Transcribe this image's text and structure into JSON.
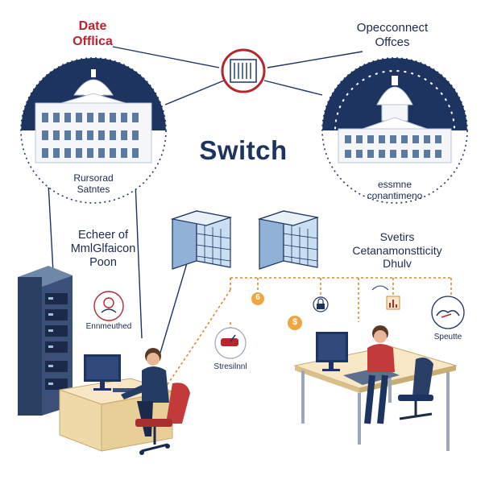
{
  "colors": {
    "navy": "#1d3461",
    "accent_red": "#b5272d",
    "link_orange": "#d98a2b",
    "desk_wood": "#f0d9a8",
    "building_blue": "#9cc1e2",
    "chair_red": "#c23a3a"
  },
  "top_left": {
    "line1": "Date",
    "line2": "Offlica"
  },
  "top_right": {
    "line1": "Opecconnect",
    "line2": "Offces"
  },
  "center_title": "Switch",
  "left_dome_caption": {
    "line1": "Rursorad",
    "line2": "Satntes"
  },
  "right_dome_caption": {
    "line1": "essmne",
    "line2": "conantimeno"
  },
  "left_mid_text": {
    "line1": "Echeer of",
    "line2": "MmlGlfaicon",
    "line3": "Poon"
  },
  "right_mid_text": {
    "line1": "Svetirs",
    "line2": "Cetanamonstticity",
    "line3": "Dhulv"
  },
  "badges": {
    "enumeration": "Ennmeuthed",
    "streaming": "Stresilnnl",
    "service": "Speutte",
    "num6": "6",
    "dollar": "$"
  },
  "icons": [
    "switch-icon",
    "capitol-building-icon",
    "office-building-icon",
    "server-rack-icon",
    "computer-monitor-icon",
    "office-chair-icon",
    "person-icon",
    "dollar-icon",
    "lock-icon",
    "chart-icon",
    "handshake-icon",
    "gauge-icon"
  ]
}
